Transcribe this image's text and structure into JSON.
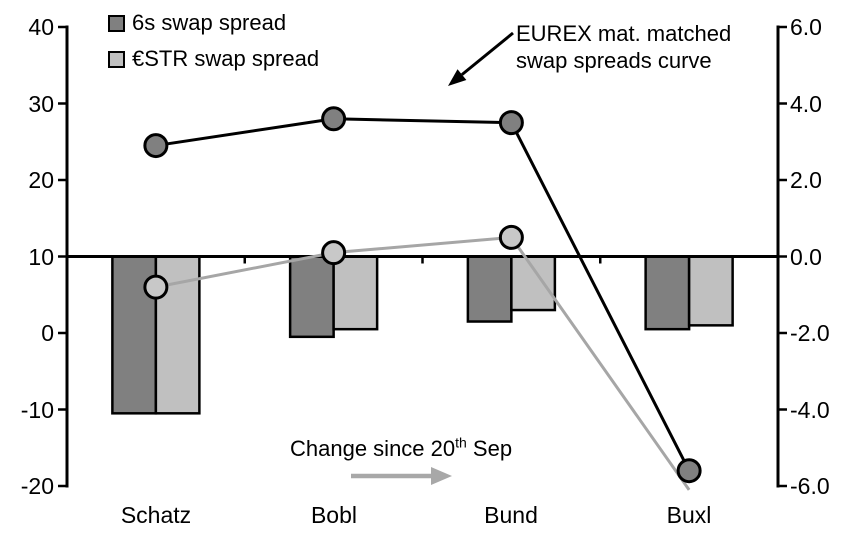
{
  "chart_data": {
    "type": "combo_bar_line",
    "categories": [
      "Schatz",
      "Bobl",
      "Bund",
      "Buxl"
    ],
    "left_axis": {
      "labels": [
        "40",
        "30",
        "20",
        "10",
        "0",
        "-10",
        "-20"
      ],
      "values": [
        40,
        30,
        20,
        10,
        0,
        -10,
        -20
      ],
      "min": -20,
      "max": 40
    },
    "right_axis": {
      "labels": [
        "6.0",
        "4.0",
        "2.0",
        "0.0",
        "-2.0",
        "-4.0",
        "-6.0"
      ],
      "values": [
        6,
        4,
        2,
        0,
        -2,
        -4,
        -6
      ],
      "min": -6,
      "max": 6
    },
    "baseline": {
      "left_value": 10,
      "right_value": 0.0
    },
    "grid": "off",
    "legend_position": "top-left-inside",
    "bar_series": [
      {
        "name": "6s swap spread",
        "axis": "right",
        "color": "#808080",
        "values": [
          -4.1,
          -2.1,
          -1.7,
          -1.9
        ]
      },
      {
        "name": "€STR swap spread",
        "axis": "right",
        "color": "#c0c0c0",
        "values": [
          -4.1,
          -1.9,
          -1.4,
          -1.8
        ]
      }
    ],
    "line_series": [
      {
        "name": "€STR swap spread",
        "axis": "left",
        "line_color": "#a6a6a6",
        "marker_fill": "#c8c8c8",
        "values": [
          6,
          10.5,
          12.5,
          -20.5
        ]
      },
      {
        "name": "6s swap spread",
        "axis": "left",
        "line_color": "#000000",
        "marker_fill": "#808080",
        "values": [
          24.5,
          28,
          27.5,
          -18
        ]
      }
    ],
    "legend": [
      {
        "label": "6s swap spread",
        "swatch": "#808080"
      },
      {
        "label": "€STR swap spread",
        "swatch": "#c0c0c0"
      }
    ],
    "annotations": {
      "curve_label": {
        "line1": "EUREX mat. matched",
        "line2": "swap spreads curve"
      },
      "change_label": {
        "prefix": "Change since 20",
        "superscript": "th",
        "suffix": " Sep"
      }
    }
  },
  "colors": {
    "black": "#000000",
    "dark_gray": "#808080",
    "light_gray": "#c0c0c0",
    "line_gray": "#a6a6a6",
    "arrow_gray": "#a8a8a8",
    "background": "#ffffff"
  }
}
